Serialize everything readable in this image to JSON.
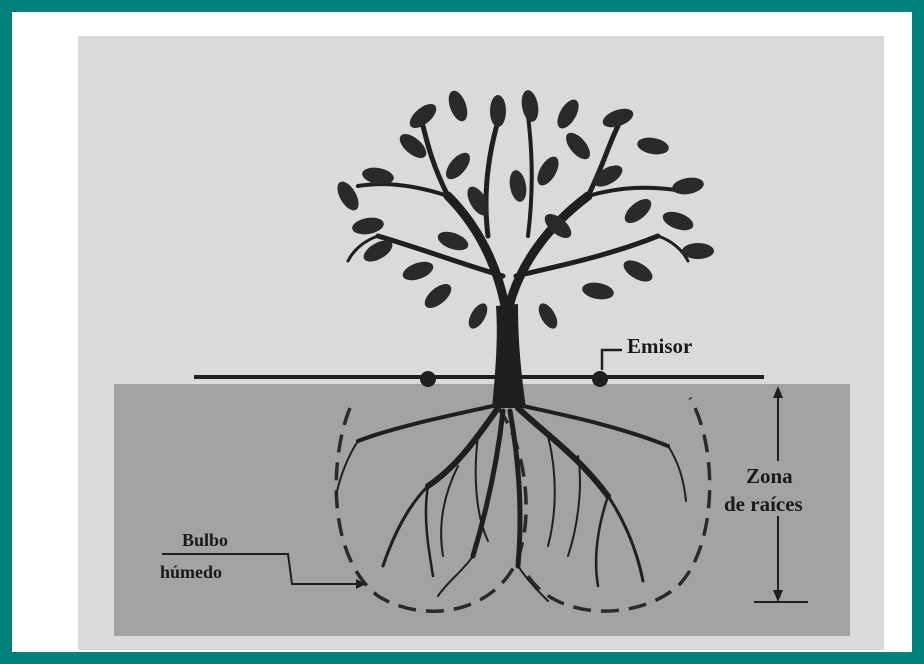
{
  "diagram": {
    "labels": {
      "emitter": "Emisor",
      "root_zone_line1": "Zona",
      "root_zone_line2": "de raíces",
      "wet_bulb_line1": "Bulbo",
      "wet_bulb_line2": "húmedo"
    },
    "colors": {
      "frame": "#017f7b",
      "sky": "#dadada",
      "soil": "#a3a3a3",
      "ink": "#1f1f1f"
    }
  }
}
